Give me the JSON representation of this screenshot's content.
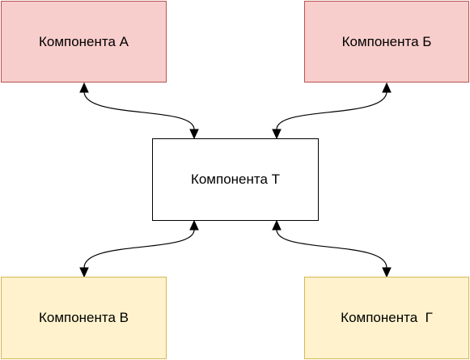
{
  "nodes": {
    "a": {
      "label": "Компонента А",
      "fill": "#f8cecc",
      "stroke": "#b85450"
    },
    "b": {
      "label": "Компонента Б",
      "fill": "#f8cecc",
      "stroke": "#b85450"
    },
    "t": {
      "label": "Компонента Т",
      "fill": "#ffffff",
      "stroke": "#000000"
    },
    "v": {
      "label": "Компонента В",
      "fill": "#fff2cc",
      "stroke": "#d6b656"
    },
    "g": {
      "label": "Компонента  Г",
      "fill": "#fff2cc",
      "stroke": "#d6b656"
    }
  },
  "edges": [
    {
      "from": "a",
      "to": "t",
      "direction": "both"
    },
    {
      "from": "b",
      "to": "t",
      "direction": "both"
    },
    {
      "from": "t",
      "to": "v",
      "direction": "both"
    },
    {
      "from": "t",
      "to": "g",
      "direction": "both"
    }
  ]
}
